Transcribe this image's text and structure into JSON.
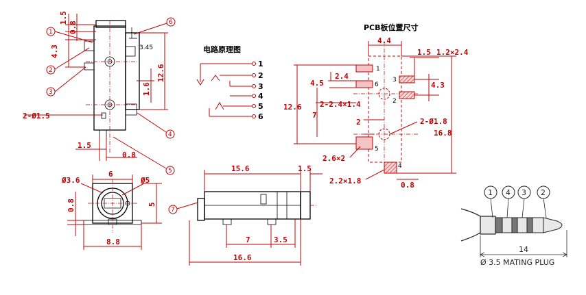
{
  "labels": {
    "schematic_title": "电路原理图",
    "pcb_title": "PCB板位置尺寸",
    "plug_caption": "Ø 3.5 MATING PLUG"
  },
  "side_view": {
    "dims": [
      "1.5",
      "0.8",
      "4.3",
      "12.6",
      "1.6",
      "2-Ø1.5",
      "3.45",
      "1.5",
      "0.8"
    ],
    "callouts": [
      "1",
      "2",
      "3",
      "4",
      "5",
      "6"
    ]
  },
  "schematic": {
    "pins": [
      "1",
      "2",
      "3",
      "4",
      "5",
      "6"
    ]
  },
  "pcb": {
    "dims": [
      "4.4",
      "1.5",
      "1.2×2.4",
      "2.4",
      "4.5",
      "4.3",
      "12.6",
      "2-2.4×1.4",
      "7",
      "2",
      "2-Ø1.8",
      "16.8",
      "2.6×2",
      "2.2×1.8",
      "0.8"
    ],
    "pad_numbers": [
      "1",
      "6",
      "3",
      "2",
      "5",
      "4"
    ]
  },
  "front_view": {
    "dims": [
      "Ø3.6",
      "6",
      "Ø5",
      "0.8",
      "5",
      "8.8"
    ]
  },
  "bottom_view": {
    "dims": [
      "15.6",
      "1.5",
      "7",
      "3.5",
      "16.6"
    ],
    "callouts": [
      "7"
    ]
  },
  "plug": {
    "ring_labels": [
      "1",
      "4",
      "3",
      "2"
    ],
    "length": "14"
  },
  "colors": {
    "dimension": "#c00000",
    "outline": "#000000",
    "pad_fill": "#f3c4c4"
  }
}
